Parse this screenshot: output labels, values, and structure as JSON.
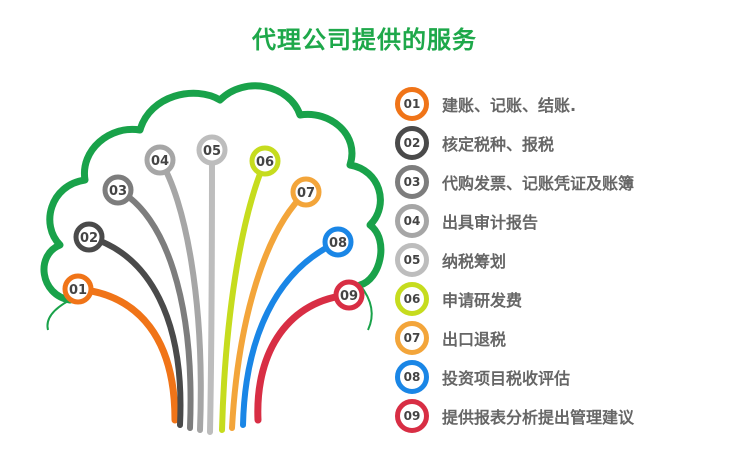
{
  "title": "代理公司提供的服务",
  "colors": {
    "title": "#1ea84a",
    "cloud": "#19a24a",
    "items": [
      "#f07418",
      "#4a4a4a",
      "#7d7d7d",
      "#a6a6a6",
      "#bdbdbd",
      "#c6dc1e",
      "#f3a53a",
      "#1a86e6",
      "#d82e44"
    ]
  },
  "services": [
    {
      "num": "01",
      "label": "建账、记账、结账."
    },
    {
      "num": "02",
      "label": "核定税种、报税"
    },
    {
      "num": "03",
      "label": "代购发票、记账凭证及账簿"
    },
    {
      "num": "04",
      "label": "出具审计报告"
    },
    {
      "num": "05",
      "label": "纳税筹划"
    },
    {
      "num": "06",
      "label": "申请研发费"
    },
    {
      "num": "07",
      "label": "出口退税"
    },
    {
      "num": "08",
      "label": "投资项目税收评估"
    },
    {
      "num": "09",
      "label": "提供报表分析提出管理建议"
    }
  ],
  "tree_nodes": [
    {
      "num": "01"
    },
    {
      "num": "02"
    },
    {
      "num": "03"
    },
    {
      "num": "04"
    },
    {
      "num": "05"
    },
    {
      "num": "06"
    },
    {
      "num": "07"
    },
    {
      "num": "08"
    },
    {
      "num": "09"
    }
  ]
}
